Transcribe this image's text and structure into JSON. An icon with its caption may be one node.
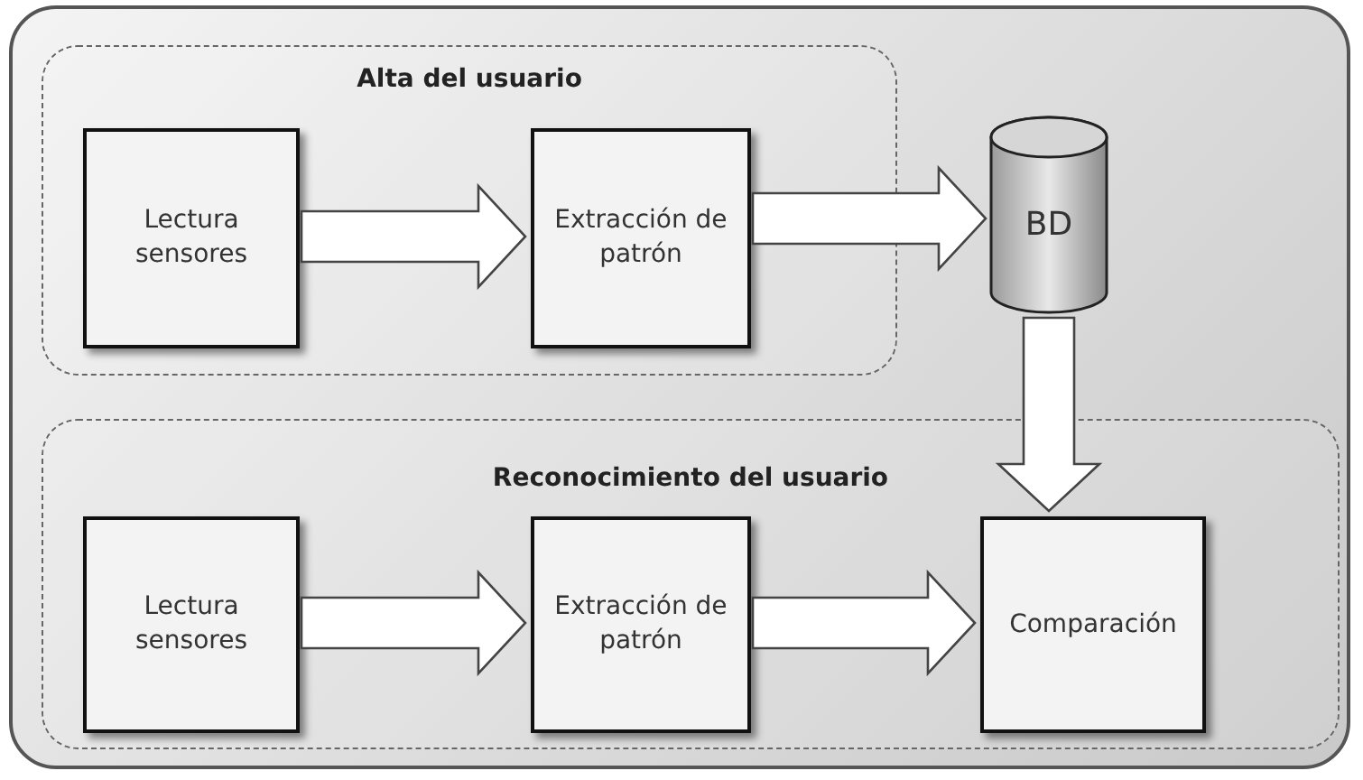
{
  "diagram": {
    "nodes": [
      {
        "text": [
          "Alta del usuario"
        ]
      },
      {
        "text": [
          "Lectura sensores"
        ],
        "in": 0
      },
      {
        "text": [
          "Extracción de patrón"
        ],
        "in": 0
      },
      {
        "text": [
          "BD"
        ]
      },
      {
        "text": [
          "Reconocimiento del usuario"
        ]
      },
      {
        "text": [
          "Lectura sensores"
        ],
        "in": 4
      },
      {
        "text": [
          "Extracción de patrón"
        ],
        "in": 4
      },
      {
        "text": [
          "Comparación"
        ],
        "in": 4
      }
    ],
    "edges": [
      {
        "from": 1,
        "to": 2,
        "arrow": "to"
      },
      {
        "from": 2,
        "to": 3,
        "arrow": "to"
      },
      {
        "from": 3,
        "to": 7,
        "arrow": "to"
      },
      {
        "from": 5,
        "to": 6,
        "arrow": "to"
      },
      {
        "from": 6,
        "to": 7,
        "arrow": "to"
      }
    ]
  }
}
